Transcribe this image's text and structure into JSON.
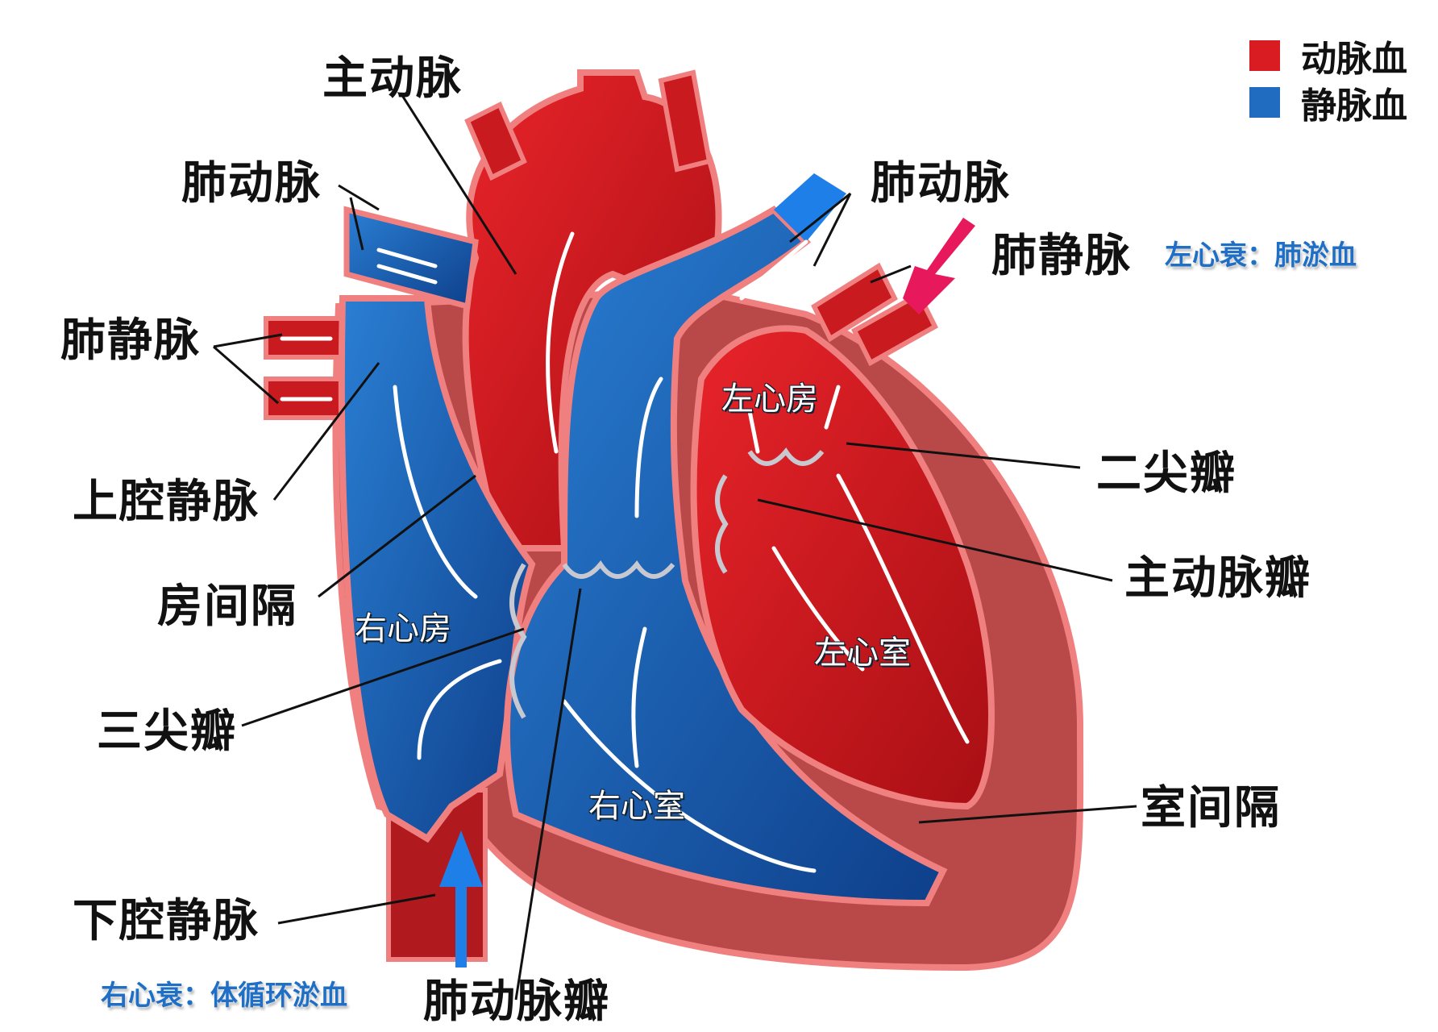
{
  "legend": {
    "items": [
      {
        "label": "动脉血",
        "color": "#d81c22"
      },
      {
        "label": "静脉血",
        "color": "#1f6cc0"
      }
    ]
  },
  "colors": {
    "arterial": "#d81c22",
    "arterial_dark": "#a80f14",
    "venous": "#1f6cc0",
    "venous_dark": "#0e3f8a",
    "wall": "#f08080",
    "myocardium": "#b94848",
    "pink_arrow": "#e8185c",
    "blue_arrow": "#1f7fe8"
  },
  "labels": {
    "aorta": "主动脉",
    "pulmonary_artery_left": "肺动脉",
    "pulmonary_artery_right": "肺动脉",
    "pulmonary_vein_left": "肺静脉",
    "pulmonary_vein_right": "肺静脉",
    "superior_vena_cava": "上腔静脉",
    "atrial_septum": "房间隔",
    "tricuspid_valve": "三尖瓣",
    "inferior_vena_cava": "下腔静脉",
    "pulmonary_valve": "肺动脉瓣",
    "mitral_valve": "二尖瓣",
    "aortic_valve": "主动脉瓣",
    "ventricular_septum": "室间隔"
  },
  "chambers": {
    "left_atrium": "左心房",
    "right_atrium": "右心房",
    "left_ventricle": "左心室",
    "right_ventricle": "右心室"
  },
  "notes": {
    "left_heart_failure": "左心衰：肺淤血",
    "right_heart_failure": "右心衰：体循环淤血"
  }
}
